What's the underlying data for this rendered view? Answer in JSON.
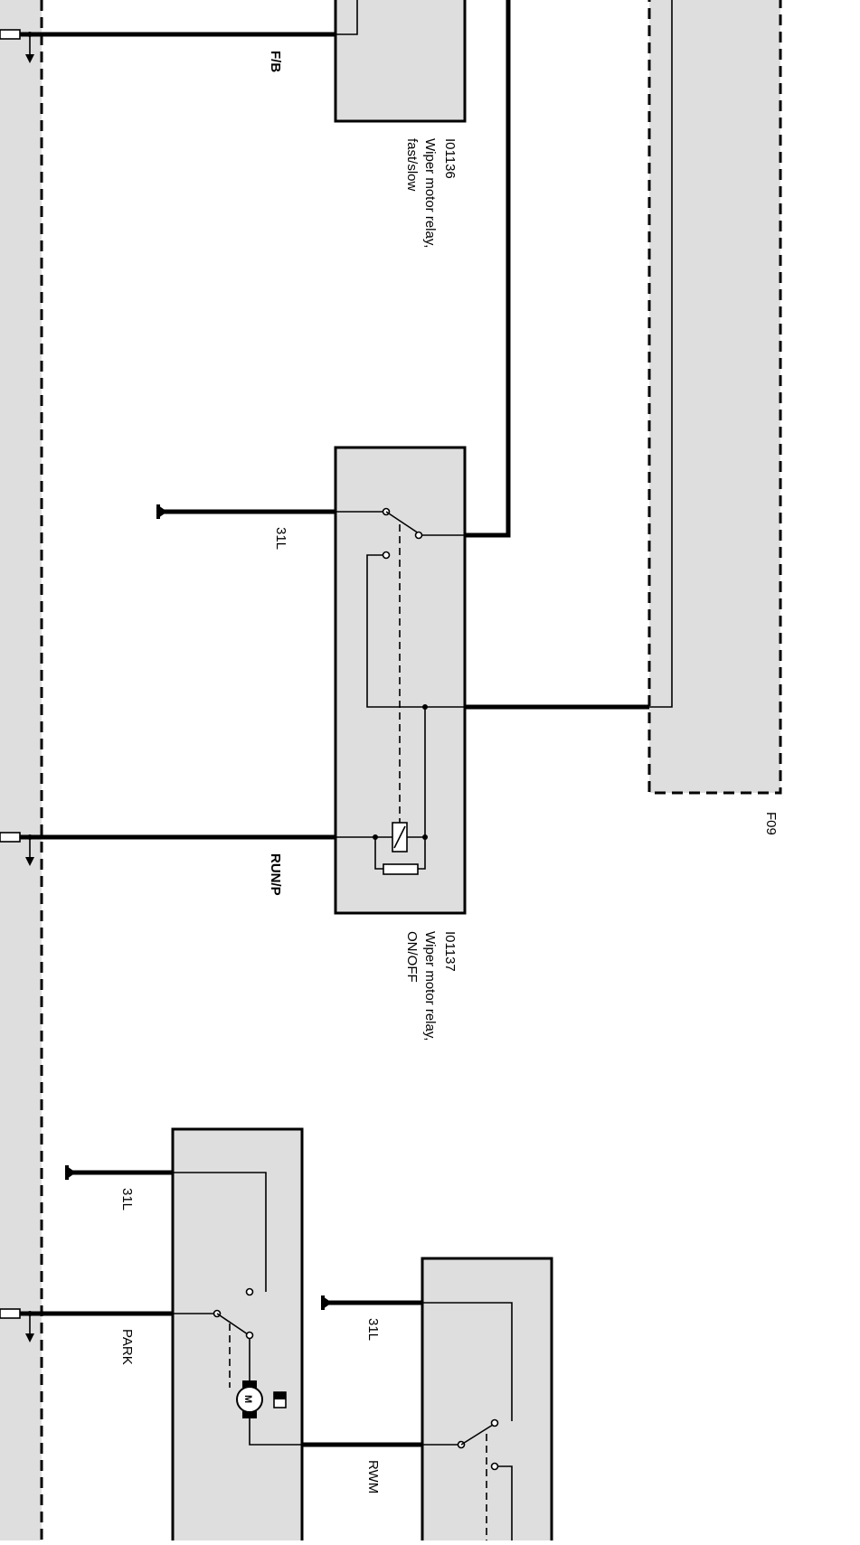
{
  "components": {
    "fastslow_relay": {
      "id": "I01136",
      "name": "Wiper motor relay,\nfast/slow"
    },
    "onoff_relay": {
      "id": "I01137",
      "name": "Wiper motor relay,\nON/OFF"
    },
    "module": {
      "id": "F09"
    },
    "wiper_motor": {
      "symbol": "M"
    }
  },
  "wires": {
    "fb": "F/B",
    "runp": "RUN/P",
    "park": "PARK",
    "rwm": "RWM",
    "ground_onoff": "31L",
    "ground_motor": "31L",
    "ground_bottom_relay": "31L"
  }
}
